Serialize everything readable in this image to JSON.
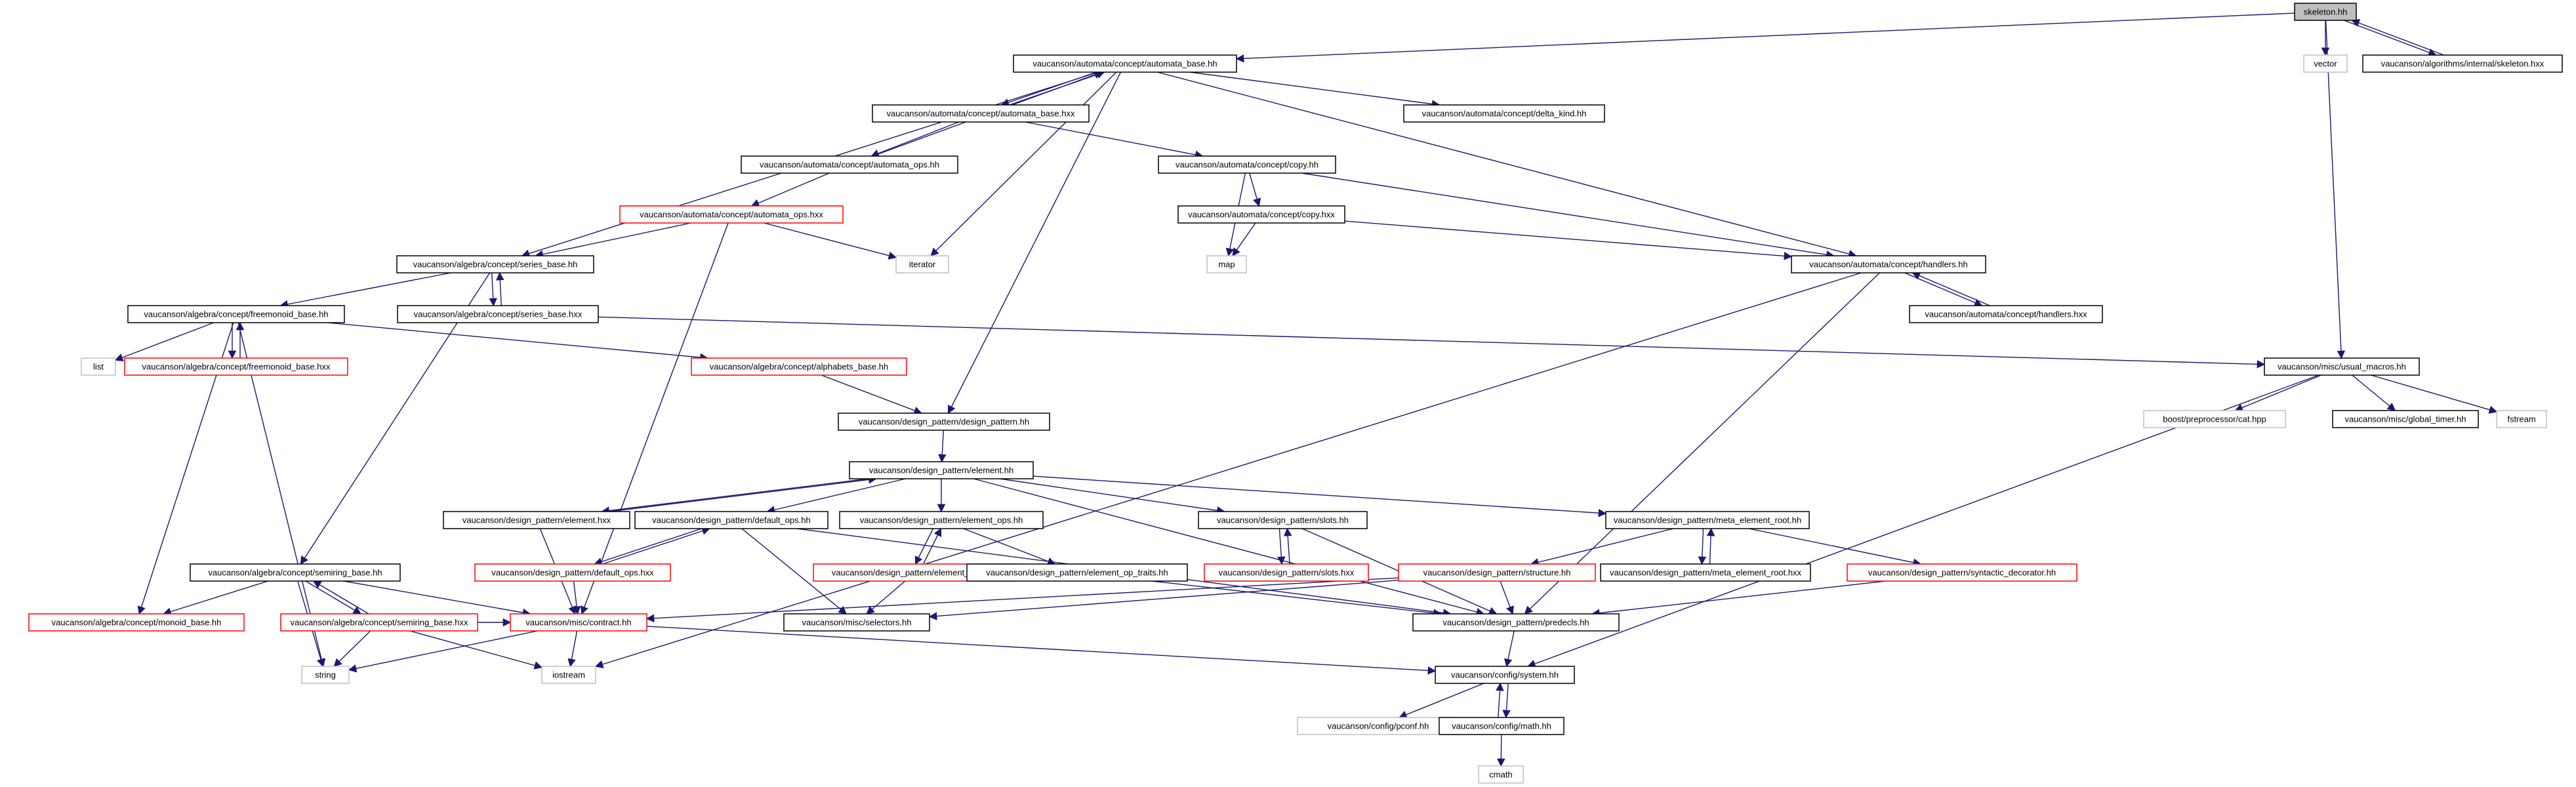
{
  "graph": {
    "nodes": [
      {
        "id": "skeleton_hh",
        "label": "skeleton.hh",
        "style": "root"
      },
      {
        "id": "vector",
        "label": "vector",
        "style": "grey"
      },
      {
        "id": "skeleton_hxx",
        "label": "vaucanson/algorithms/internal/skeleton.hxx",
        "style": "black"
      },
      {
        "id": "automata_base_hh",
        "label": "vaucanson/automata/concept/automata_base.hh",
        "style": "black"
      },
      {
        "id": "automata_base_hxx",
        "label": "vaucanson/automata/concept/automata_base.hxx",
        "style": "black"
      },
      {
        "id": "delta_kind_hh",
        "label": "vaucanson/automata/concept/delta_kind.hh",
        "style": "black"
      },
      {
        "id": "automata_ops_hh",
        "label": "vaucanson/automata/concept/automata_ops.hh",
        "style": "black"
      },
      {
        "id": "copy_hh",
        "label": "vaucanson/automata/concept/copy.hh",
        "style": "black"
      },
      {
        "id": "automata_ops_hxx",
        "label": "vaucanson/automata/concept/automata_ops.hxx",
        "style": "red"
      },
      {
        "id": "copy_hxx",
        "label": "vaucanson/automata/concept/copy.hxx",
        "style": "black"
      },
      {
        "id": "iterator",
        "label": "iterator",
        "style": "grey"
      },
      {
        "id": "map",
        "label": "map",
        "style": "grey"
      },
      {
        "id": "series_base_hh",
        "label": "vaucanson/algebra/concept/series_base.hh",
        "style": "black"
      },
      {
        "id": "handlers_hh",
        "label": "vaucanson/automata/concept/handlers.hh",
        "style": "black"
      },
      {
        "id": "freemonoid_base_hh",
        "label": "vaucanson/algebra/concept/freemonoid_base.hh",
        "style": "black"
      },
      {
        "id": "series_base_hxx",
        "label": "vaucanson/algebra/concept/series_base.hxx",
        "style": "black"
      },
      {
        "id": "handlers_hxx",
        "label": "vaucanson/automata/concept/handlers.hxx",
        "style": "black"
      },
      {
        "id": "list",
        "label": "list",
        "style": "grey"
      },
      {
        "id": "freemonoid_base_hxx",
        "label": "vaucanson/algebra/concept/freemonoid_base.hxx",
        "style": "red"
      },
      {
        "id": "alphabets_base_hh",
        "label": "vaucanson/algebra/concept/alphabets_base.hh",
        "style": "red"
      },
      {
        "id": "usual_macros_hh",
        "label": "vaucanson/misc/usual_macros.hh",
        "style": "black"
      },
      {
        "id": "design_pattern_hh",
        "label": "vaucanson/design_pattern/design_pattern.hh",
        "style": "black"
      },
      {
        "id": "boost_cat",
        "label": "boost/preprocessor/cat.hpp",
        "style": "grey"
      },
      {
        "id": "global_timer_hh",
        "label": "vaucanson/misc/global_timer.hh",
        "style": "black"
      },
      {
        "id": "fstream",
        "label": "fstream",
        "style": "grey"
      },
      {
        "id": "element_hh",
        "label": "vaucanson/design_pattern/element.hh",
        "style": "black"
      },
      {
        "id": "element_hxx",
        "label": "vaucanson/design_pattern/element.hxx",
        "style": "black"
      },
      {
        "id": "default_ops_hh",
        "label": "vaucanson/design_pattern/default_ops.hh",
        "style": "black"
      },
      {
        "id": "element_ops_hh",
        "label": "vaucanson/design_pattern/element_ops.hh",
        "style": "black"
      },
      {
        "id": "slots_hh",
        "label": "vaucanson/design_pattern/slots.hh",
        "style": "black"
      },
      {
        "id": "meta_element_root_hh",
        "label": "vaucanson/design_pattern/meta_element_root.hh",
        "style": "black"
      },
      {
        "id": "semiring_base_hh",
        "label": "vaucanson/algebra/concept/semiring_base.hh",
        "style": "black"
      },
      {
        "id": "default_ops_hxx",
        "label": "vaucanson/design_pattern/default_ops.hxx",
        "style": "red"
      },
      {
        "id": "element_ops_hxx",
        "label": "vaucanson/design_pattern/element_ops.hxx",
        "style": "red"
      },
      {
        "id": "element_op_traits_hh",
        "label": "vaucanson/design_pattern/element_op_traits.hh",
        "style": "black"
      },
      {
        "id": "slots_hxx",
        "label": "vaucanson/design_pattern/slots.hxx",
        "style": "red"
      },
      {
        "id": "structure_hh",
        "label": "vaucanson/design_pattern/structure.hh",
        "style": "red"
      },
      {
        "id": "meta_element_root_hxx",
        "label": "vaucanson/design_pattern/meta_element_root.hxx",
        "style": "black"
      },
      {
        "id": "syntactic_decorator_hh",
        "label": "vaucanson/design_pattern/syntactic_decorator.hh",
        "style": "red"
      },
      {
        "id": "monoid_base_hh",
        "label": "vaucanson/algebra/concept/monoid_base.hh",
        "style": "red"
      },
      {
        "id": "semiring_base_hxx",
        "label": "vaucanson/algebra/concept/semiring_base.hxx",
        "style": "red"
      },
      {
        "id": "contract_hh",
        "label": "vaucanson/misc/contract.hh",
        "style": "red"
      },
      {
        "id": "selectors_hh",
        "label": "vaucanson/misc/selectors.hh",
        "style": "black"
      },
      {
        "id": "predecls_hh",
        "label": "vaucanson/design_pattern/predecls.hh",
        "style": "black"
      },
      {
        "id": "string",
        "label": "string",
        "style": "grey"
      },
      {
        "id": "iostream",
        "label": "iostream",
        "style": "grey"
      },
      {
        "id": "system_hh",
        "label": "vaucanson/config/system.hh",
        "style": "black"
      },
      {
        "id": "pconf_hh",
        "label": "vaucanson/config/pconf.hh",
        "style": "grey"
      },
      {
        "id": "math_hh",
        "label": "vaucanson/config/math.hh",
        "style": "black"
      },
      {
        "id": "cmath",
        "label": "cmath",
        "style": "grey"
      }
    ],
    "edges": [
      [
        "skeleton_hh",
        "vector"
      ],
      [
        "skeleton_hh",
        "skeleton_hxx"
      ],
      [
        "skeleton_hxx",
        "skeleton_hh"
      ],
      [
        "skeleton_hh",
        "automata_base_hh"
      ],
      [
        "skeleton_hh",
        "usual_macros_hh"
      ],
      [
        "automata_base_hh",
        "automata_base_hxx"
      ],
      [
        "automata_base_hxx",
        "automata_base_hh"
      ],
      [
        "automata_base_hh",
        "delta_kind_hh"
      ],
      [
        "automata_base_hh",
        "iterator"
      ],
      [
        "automata_base_hh",
        "series_base_hh"
      ],
      [
        "automata_base_hh",
        "handlers_hh"
      ],
      [
        "automata_base_hh",
        "design_pattern_hh"
      ],
      [
        "automata_base_hxx",
        "automata_ops_hh"
      ],
      [
        "automata_base_hxx",
        "copy_hh"
      ],
      [
        "automata_ops_hh",
        "automata_ops_hxx"
      ],
      [
        "automata_ops_hh",
        "automata_base_hh"
      ],
      [
        "automata_ops_hxx",
        "series_base_hh"
      ],
      [
        "automata_ops_hxx",
        "iterator"
      ],
      [
        "automata_ops_hxx",
        "contract_hh"
      ],
      [
        "copy_hh",
        "copy_hxx"
      ],
      [
        "copy_hh",
        "map"
      ],
      [
        "copy_hh",
        "handlers_hh"
      ],
      [
        "copy_hxx",
        "map"
      ],
      [
        "copy_hxx",
        "handlers_hh"
      ],
      [
        "handlers_hh",
        "handlers_hxx"
      ],
      [
        "handlers_hxx",
        "handlers_hh"
      ],
      [
        "handlers_hh",
        "predecls_hh"
      ],
      [
        "handlers_hh",
        "iostream"
      ],
      [
        "series_base_hh",
        "series_base_hxx"
      ],
      [
        "series_base_hxx",
        "series_base_hh"
      ],
      [
        "series_base_hh",
        "freemonoid_base_hh"
      ],
      [
        "series_base_hh",
        "semiring_base_hh"
      ],
      [
        "series_base_hxx",
        "usual_macros_hh"
      ],
      [
        "freemonoid_base_hh",
        "list"
      ],
      [
        "freemonoid_base_hh",
        "freemonoid_base_hxx"
      ],
      [
        "freemonoid_base_hxx",
        "freemonoid_base_hh"
      ],
      [
        "freemonoid_base_hh",
        "alphabets_base_hh"
      ],
      [
        "freemonoid_base_hh",
        "monoid_base_hh"
      ],
      [
        "freemonoid_base_hh",
        "string"
      ],
      [
        "alphabets_base_hh",
        "design_pattern_hh"
      ],
      [
        "usual_macros_hh",
        "boost_cat"
      ],
      [
        "usual_macros_hh",
        "global_timer_hh"
      ],
      [
        "usual_macros_hh",
        "fstream"
      ],
      [
        "usual_macros_hh",
        "system_hh"
      ],
      [
        "design_pattern_hh",
        "element_hh"
      ],
      [
        "element_hh",
        "element_hxx"
      ],
      [
        "element_hxx",
        "element_hh"
      ],
      [
        "element_hh",
        "default_ops_hh"
      ],
      [
        "element_hh",
        "element_ops_hh"
      ],
      [
        "element_hh",
        "slots_hh"
      ],
      [
        "element_hh",
        "meta_element_root_hh"
      ],
      [
        "element_hh",
        "predecls_hh"
      ],
      [
        "element_hxx",
        "contract_hh"
      ],
      [
        "default_ops_hh",
        "default_ops_hxx"
      ],
      [
        "default_ops_hxx",
        "default_ops_hh"
      ],
      [
        "default_ops_hh",
        "selectors_hh"
      ],
      [
        "default_ops_hh",
        "predecls_hh"
      ],
      [
        "default_ops_hxx",
        "contract_hh"
      ],
      [
        "element_ops_hh",
        "element_ops_hxx"
      ],
      [
        "element_ops_hxx",
        "element_ops_hh"
      ],
      [
        "element_ops_hh",
        "element_op_traits_hh"
      ],
      [
        "element_ops_hxx",
        "selectors_hh"
      ],
      [
        "element_op_traits_hh",
        "predecls_hh"
      ],
      [
        "slots_hh",
        "slots_hxx"
      ],
      [
        "slots_hxx",
        "slots_hh"
      ],
      [
        "slots_hh",
        "predecls_hh"
      ],
      [
        "meta_element_root_hh",
        "structure_hh"
      ],
      [
        "meta_element_root_hh",
        "meta_element_root_hxx"
      ],
      [
        "meta_element_root_hxx",
        "meta_element_root_hh"
      ],
      [
        "meta_element_root_hh",
        "syntactic_decorator_hh"
      ],
      [
        "structure_hh",
        "contract_hh"
      ],
      [
        "structure_hh",
        "predecls_hh"
      ],
      [
        "structure_hh",
        "selectors_hh"
      ],
      [
        "syntactic_decorator_hh",
        "predecls_hh"
      ],
      [
        "semiring_base_hh",
        "monoid_base_hh"
      ],
      [
        "semiring_base_hh",
        "semiring_base_hxx"
      ],
      [
        "semiring_base_hxx",
        "semiring_base_hh"
      ],
      [
        "semiring_base_hh",
        "string"
      ],
      [
        "semiring_base_hh",
        "contract_hh"
      ],
      [
        "semiring_base_hxx",
        "string"
      ],
      [
        "semiring_base_hxx",
        "iostream"
      ],
      [
        "semiring_base_hxx",
        "contract_hh"
      ],
      [
        "contract_hh",
        "string"
      ],
      [
        "contract_hh",
        "iostream"
      ],
      [
        "contract_hh",
        "system_hh"
      ],
      [
        "predecls_hh",
        "system_hh"
      ],
      [
        "system_hh",
        "pconf_hh"
      ],
      [
        "system_hh",
        "math_hh"
      ],
      [
        "math_hh",
        "system_hh"
      ],
      [
        "math_hh",
        "cmath"
      ]
    ]
  }
}
